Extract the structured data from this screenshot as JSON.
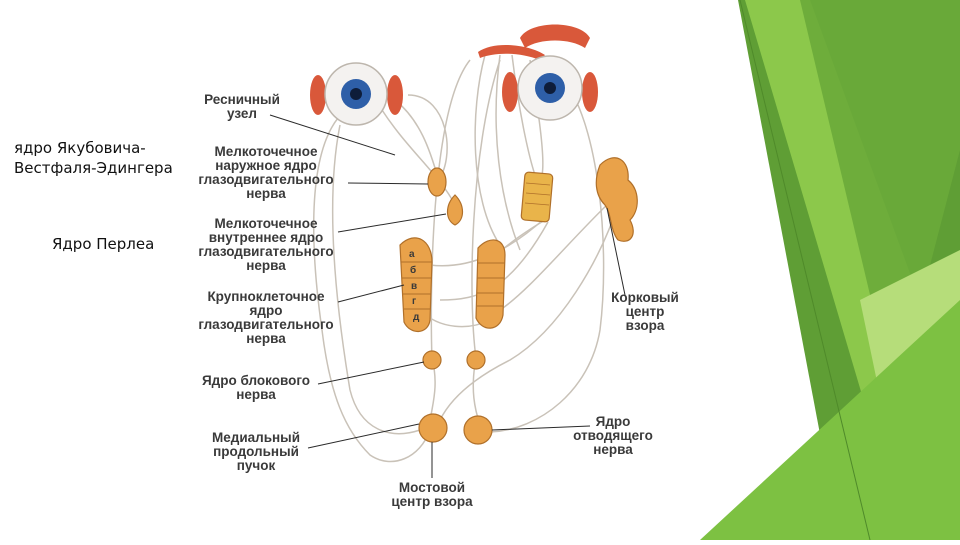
{
  "side_notes": {
    "top": "ядро Якубовича-Вестфаля-Эдингера",
    "bottom": "Ядро Перлеа"
  },
  "labels": {
    "ciliary_ganglion": [
      "Ресничный",
      "узел"
    ],
    "small_cell_outer": [
      "Мелкоточечное",
      "наружное ядро",
      "глазодвигательного",
      "нерва"
    ],
    "small_cell_inner": [
      "Мелкоточечное",
      "внутреннее ядро",
      "глазодвигательного",
      "нерва"
    ],
    "large_cell": [
      "Крупноклеточное",
      "ядро",
      "глазодвигательного",
      "нерва"
    ],
    "trochlear": [
      "Ядро блокового",
      "нерва"
    ],
    "mlf": [
      "Медиальный",
      "продольный",
      "пучок"
    ],
    "pontine_gaze": [
      "Мостовой",
      "центр взора"
    ],
    "abducens": [
      "Ядро",
      "отводящего",
      "нерва"
    ],
    "cortical_gaze": [
      "Корковый",
      "центр",
      "взора"
    ]
  },
  "subnucleus_letters": [
    "а",
    "б",
    "в",
    "г",
    "д"
  ],
  "colors": {
    "background": "#ffffff",
    "label_text": "#3a3a3a",
    "nucleus_fill": "#e9a24a",
    "nucleus_stroke": "#b0702a",
    "muscle": "#d9583a",
    "iris": "#2e5fa8",
    "nerve": "#c9c2b8",
    "green_dark": "#4f9a2c",
    "green_mid": "#7dc142",
    "green_light": "#b6dd7a"
  }
}
